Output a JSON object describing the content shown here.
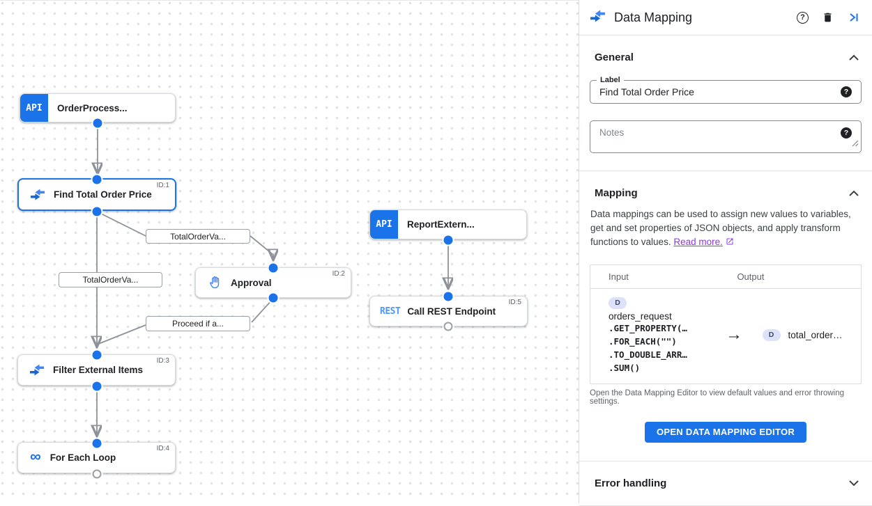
{
  "colors": {
    "accent": "#1a73e8",
    "link_purple": "#9334e6",
    "edge_gray": "#8d9299",
    "chip_bg": "#dbe2fa"
  },
  "icons": {
    "infinity": "∞",
    "question": "?",
    "arrow_right": "→"
  },
  "canvas": {
    "nodes": {
      "order_process": {
        "label": "OrderProcess...",
        "badge": "API"
      },
      "find_total": {
        "label": "Find Total Order Price",
        "id": "ID:1"
      },
      "approval": {
        "label": "Approval",
        "id": "ID:2"
      },
      "filter_items": {
        "label": "Filter External Items",
        "id": "ID:3"
      },
      "for_each": {
        "label": "For Each Loop",
        "id": "ID:4"
      },
      "report_extern": {
        "label": "ReportExtern...",
        "badge": "API"
      },
      "call_rest": {
        "label": "Call REST Endpoint",
        "badge": "REST",
        "id": "ID:5"
      }
    },
    "edge_labels": {
      "to_approval": "TotalOrderVa...",
      "to_filter": "TotalOrderVa...",
      "from_approval": "Proceed if a..."
    }
  },
  "panel": {
    "title": "Data Mapping",
    "general": {
      "heading": "General",
      "label_field": {
        "label": "Label",
        "value": "Find Total Order Price"
      },
      "notes_field": {
        "placeholder": "Notes"
      }
    },
    "mapping": {
      "heading": "Mapping",
      "description": "Data mappings can be used to assign new values to variables, get and set properties of JSON objects, and apply transform functions to values.",
      "read_more": "Read more.",
      "table": {
        "input_header": "Input",
        "output_header": "Output",
        "input_chip": "D",
        "input_var": "orders_request",
        "input_code": [
          ".GET_PROPERTY(…",
          ".FOR_EACH(\"\")",
          ".TO_DOUBLE_ARR…",
          ".SUM()"
        ],
        "output_chip": "D",
        "output_var": "total_order…"
      },
      "hint": "Open the Data Mapping Editor to view default values and error throwing settings.",
      "open_editor_button": "OPEN DATA MAPPING EDITOR"
    },
    "error_handling": {
      "heading": "Error handling"
    }
  }
}
